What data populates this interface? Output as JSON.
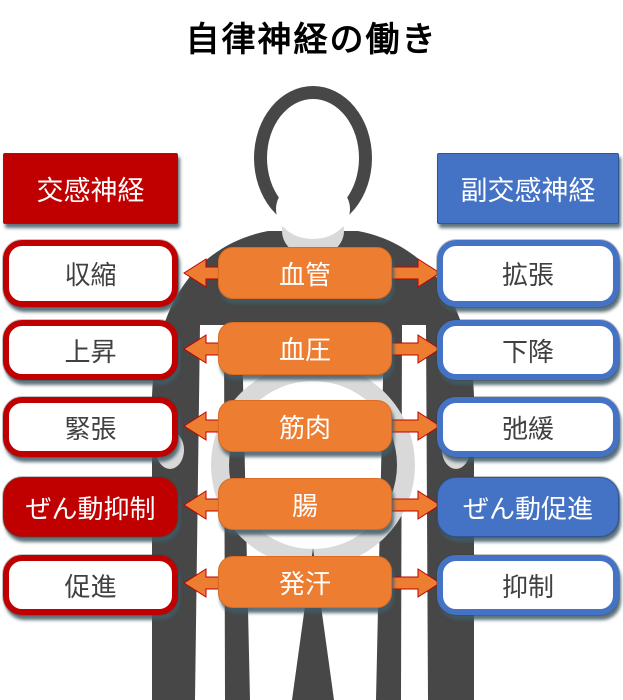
{
  "title": "自律神経の働き",
  "left": {
    "header": "交感神経",
    "items": [
      {
        "label": "収縮",
        "filled": false
      },
      {
        "label": "上昇",
        "filled": false
      },
      {
        "label": "緊張",
        "filled": false
      },
      {
        "label": "ぜん動抑制",
        "filled": true
      },
      {
        "label": "促進",
        "filled": false
      }
    ]
  },
  "center": {
    "items": [
      {
        "label": "血管"
      },
      {
        "label": "血圧"
      },
      {
        "label": "筋肉"
      },
      {
        "label": "腸"
      },
      {
        "label": "発汗"
      }
    ]
  },
  "right": {
    "header": "副交感神経",
    "items": [
      {
        "label": "拡張",
        "filled": false
      },
      {
        "label": "下降",
        "filled": false
      },
      {
        "label": "弛緩",
        "filled": false
      },
      {
        "label": "ぜん動促進",
        "filled": true
      },
      {
        "label": "抑制",
        "filled": false
      }
    ]
  },
  "colors": {
    "sympathetic_red": "#C00000",
    "parasympathetic_blue": "#4472C4",
    "organ_orange": "#ED7D31",
    "body_outline_gray": "#474747",
    "body_accent_gray": "#D9D9D9",
    "shadow_slate": "#425C66",
    "text_dark": "#404040"
  }
}
